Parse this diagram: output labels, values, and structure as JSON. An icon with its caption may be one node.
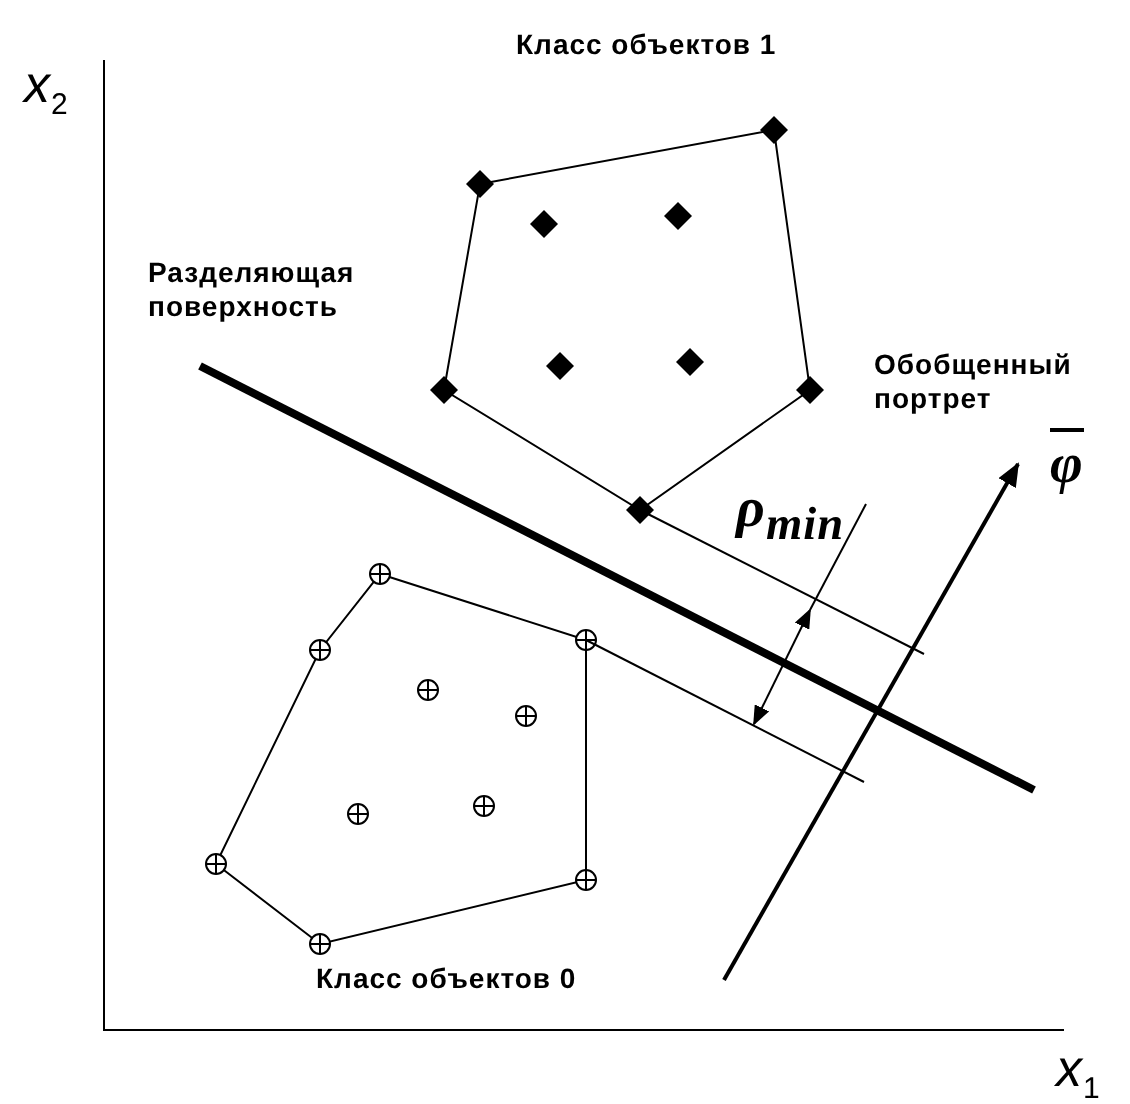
{
  "diagram": {
    "labels": [
      "x$_{2}$",
      "Класс объектов 1",
      "Разделяющая поверхность",
      "Обобщенный портрет",
      "φ",
      "ρ$_{min}$",
      "Класс объектов 0",
      "x$_{1}$"
    ]
  }
}
